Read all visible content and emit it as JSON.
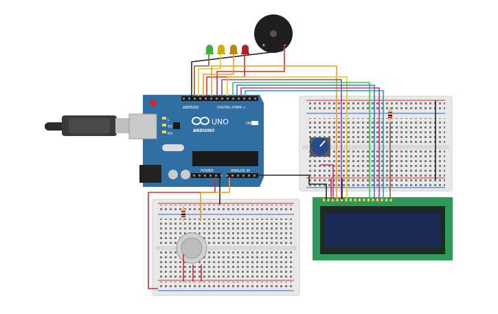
{
  "arduino": {
    "brand": "UNO",
    "maker": "ARDUINO",
    "digital_header": "DIGITAL (PWM~)",
    "power_header": "POWER",
    "analog_header": "ANALOG IN",
    "tx": "TX",
    "rx": "RX",
    "led_l": "L",
    "on": "ON",
    "aref": "AREF",
    "gnd": "GND"
  },
  "buzzer": {
    "plus": "+",
    "minus": "−"
  },
  "colors": {
    "board": "#2f6fa4",
    "breadboard": "#e6e6e6",
    "lcd_pcb": "#2f9a5a",
    "lcd_screen": "#1b2a55",
    "wire_red": "#d62828",
    "wire_black": "#222222",
    "wire_orange": "#f39c12",
    "wire_yellow": "#f1c40f",
    "wire_green": "#2ecc40",
    "wire_blue": "#2980b9",
    "wire_purple": "#8e44ad",
    "wire_brown": "#8b5a2b",
    "wire_magenta": "#c0308f",
    "wire_teal": "#1fa3a8"
  },
  "leds": [
    {
      "color": "#3cb043"
    },
    {
      "color": "#c8b400"
    },
    {
      "color": "#b8860b"
    },
    {
      "color": "#b22222"
    }
  ]
}
